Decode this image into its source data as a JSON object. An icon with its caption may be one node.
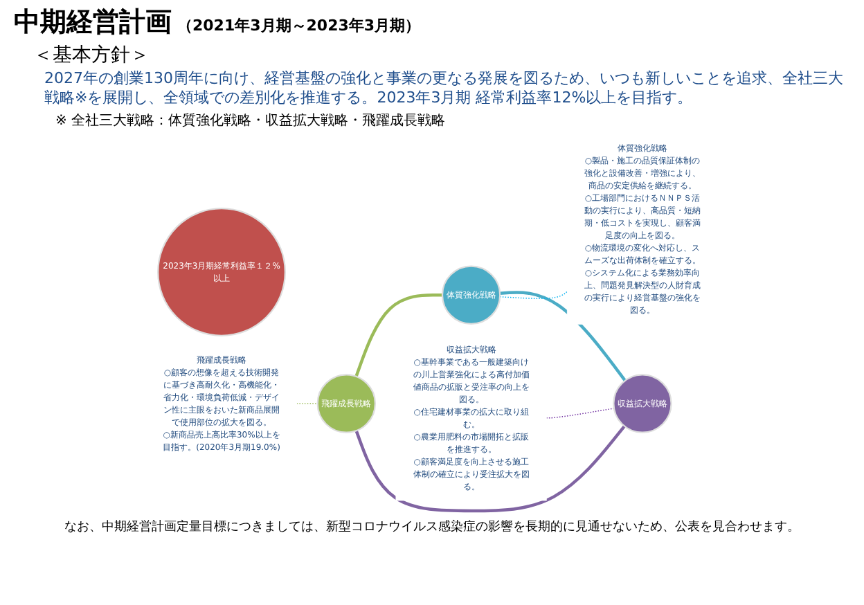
{
  "diagram": {
    "title": "中期経営計画",
    "caption": "なお、中期経営計画定量目標につきましては、新型コロナウイルス感染症の影響を長期的に見通せないため、公表を見合わせます。",
    "nodes": [
      {
        "text": [
          "2023年3月期経常利益率１２%以上"
        ]
      },
      {
        "text": [
          "飛躍成長戦略"
        ]
      },
      {
        "text": [
          "体質強化戦略"
        ]
      },
      {
        "text": [
          "収益拡大戦略"
        ]
      },
      {
        "text": [
          "飛躍成長戦略",
          "○顧客の想像を超える技術開発に基づき高耐久化・高機能化・省力化・環境負荷低減・デザイン性に主眼をおいた新商品展開で使用部位の拡大を図る。",
          "○新商品売上高比率30%以上を目指す。(2020年3月期19.0%)"
        ]
      },
      {
        "text": [
          "収益拡大戦略",
          "○基幹事業である一般建築向けの川上営業強化による高付加価値商品の拡販と受注率の向上を図る。",
          "○住宅建材事業の拡大に取り組む。",
          "○農業用肥料の市場開拓と拡販を推進する。",
          "○顧客満足度を向上させる施工体制の確立により受注拡大を図る。"
        ]
      },
      {
        "text": [
          "体質強化戦略",
          "○製品・施工の品質保証体制の強化と設備改善・増強により、商品の安定供給を継続する。",
          "○工場部門におけるＮＮＰＳ活動の実行により、高品質・短納期・低コストを実現し、顧客満足度の向上を図る。",
          "○物流環境の変化へ対応し、スムーズな出荷体制を確立する。",
          "○システム化による業務効率向上、問題発見解決型の人財育成の実行により経営基盤の強化を図る。"
        ]
      }
    ],
    "edges": [
      {
        "from": 1,
        "to": 2,
        "arrow": "none",
        "style": "thick",
        "color": "#9bbb59"
      },
      {
        "from": 2,
        "to": 3,
        "arrow": "none",
        "style": "thick",
        "color": "#4bacc6"
      },
      {
        "from": 3,
        "to": 1,
        "arrow": "none",
        "style": "thick",
        "color": "#8064a2"
      },
      {
        "from": 4,
        "to": 1,
        "arrow": "none",
        "style": "dashed",
        "color": "#9bbb59"
      },
      {
        "from": 5,
        "to": 3,
        "arrow": "none",
        "style": "dashed",
        "color": "#7030a0"
      },
      {
        "from": 2,
        "to": 6,
        "arrow": "none",
        "style": "dashed",
        "color": "#00b0f0"
      }
    ],
    "labels": [
      "（2021年3月期～2023年3月期）",
      "＜基本方針＞",
      "2027年の創業130周年に向け、経営基盤の強化と事業の更なる発展を図るため、いつも新しいことを追求、全社三大戦略※を展開し、全領域での差別化を推進する。2023年3月期 経常利益率12%以上を目指す。",
      "※ 全社三大戦略：体質強化戦略・収益拡大戦略・飛躍成長戦略"
    ]
  }
}
